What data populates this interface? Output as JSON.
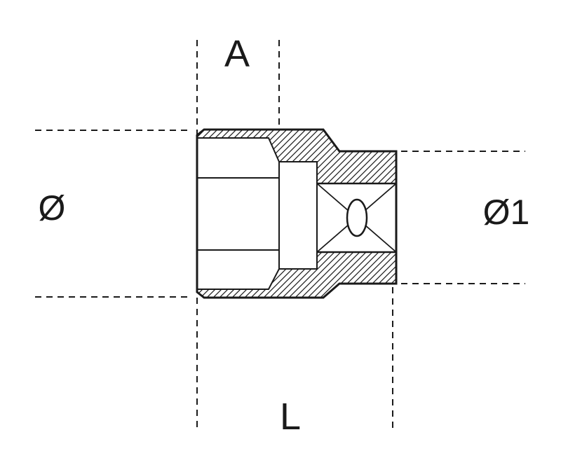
{
  "diagram": {
    "labels": {
      "top": "A",
      "left": "Ø",
      "right": "Ø1",
      "bottom": "L"
    },
    "colors": {
      "line": "#1a1a1a",
      "background": "#ffffff"
    }
  }
}
